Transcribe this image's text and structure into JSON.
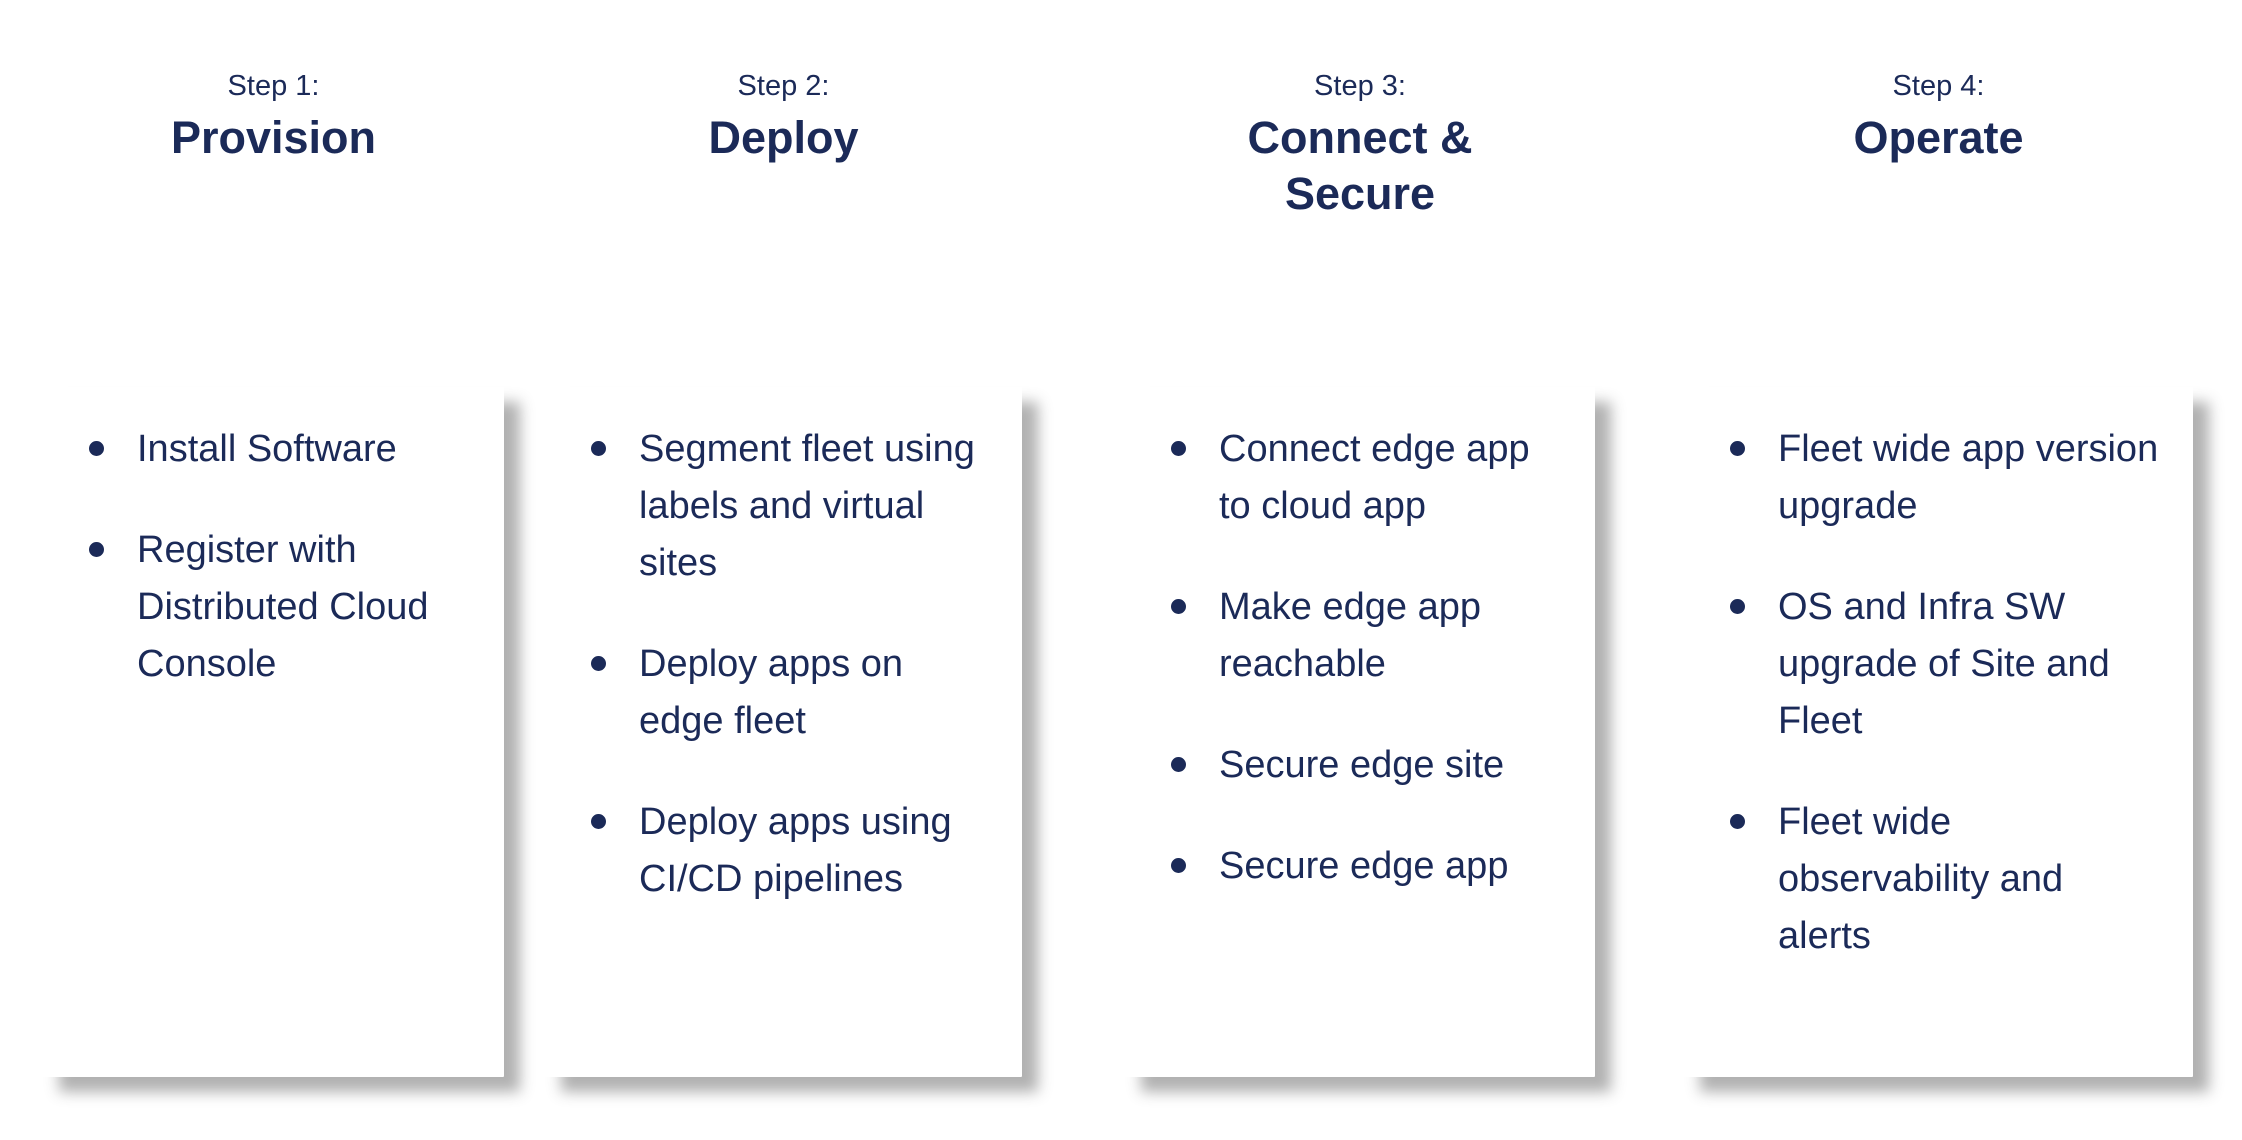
{
  "colors": {
    "text": "#1b2a58",
    "card_bg": "#ffffff",
    "page_bg": "#ffffff"
  },
  "columns": [
    {
      "step_label": "Step 1:",
      "title": "Provision",
      "bullets": [
        "Install Software",
        "Register with Distributed Cloud Console"
      ]
    },
    {
      "step_label": "Step 2:",
      "title": "Deploy",
      "bullets": [
        "Segment fleet using labels and virtual sites",
        "Deploy apps on edge fleet",
        "Deploy apps using CI/CD pipelines"
      ]
    },
    {
      "step_label": "Step 3:",
      "title": "Connect & Secure",
      "bullets": [
        "Connect edge app to cloud app",
        "Make edge app reachable",
        "Secure edge site",
        "Secure edge app"
      ]
    },
    {
      "step_label": "Step 4:",
      "title": "Operate",
      "bullets": [
        "Fleet wide app version upgrade",
        "OS and Infra SW upgrade of Site and Fleet",
        "Fleet wide observability and alerts"
      ]
    }
  ]
}
